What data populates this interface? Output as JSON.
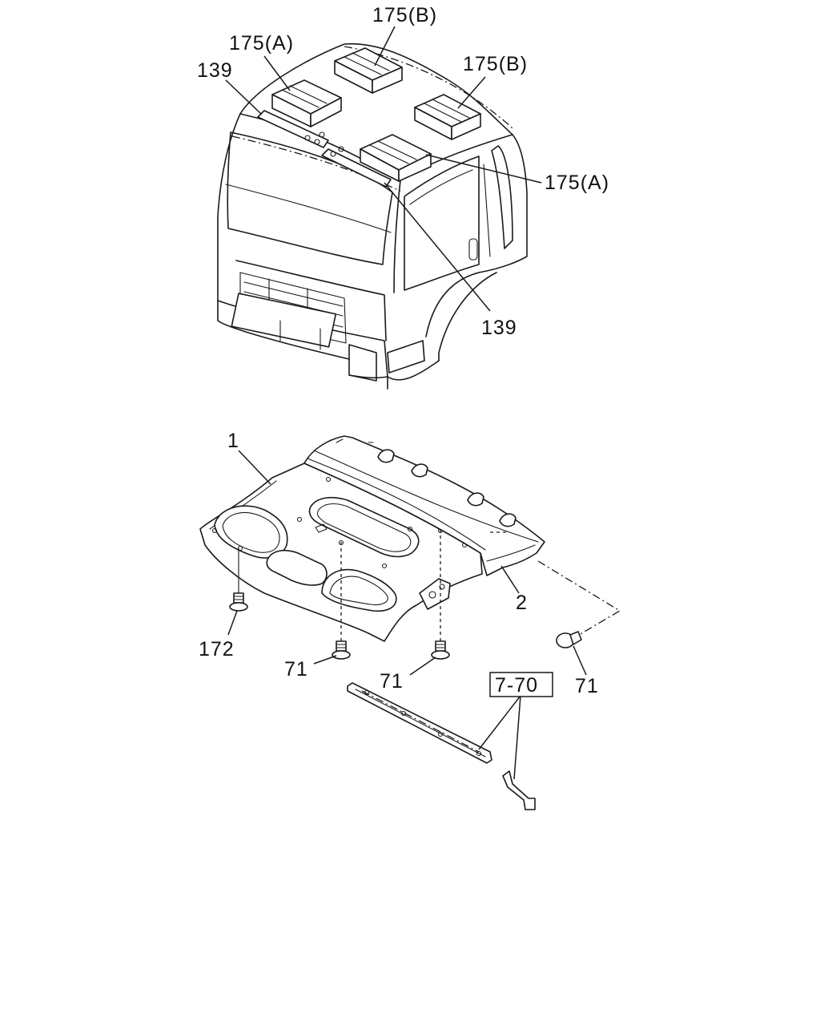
{
  "labels": {
    "top_175b_center": "175(B)",
    "top_175a_left": "175(A)",
    "top_139_left": "139",
    "top_175b_right": "175(B)",
    "top_175a_right": "175(A)",
    "top_139_bottom": "139",
    "bot_1": "1",
    "bot_2": "2",
    "bot_172": "172",
    "bot_71_left": "71",
    "bot_71_mid": "71",
    "bot_71_right": "71",
    "bot_7_70": "7-70"
  }
}
